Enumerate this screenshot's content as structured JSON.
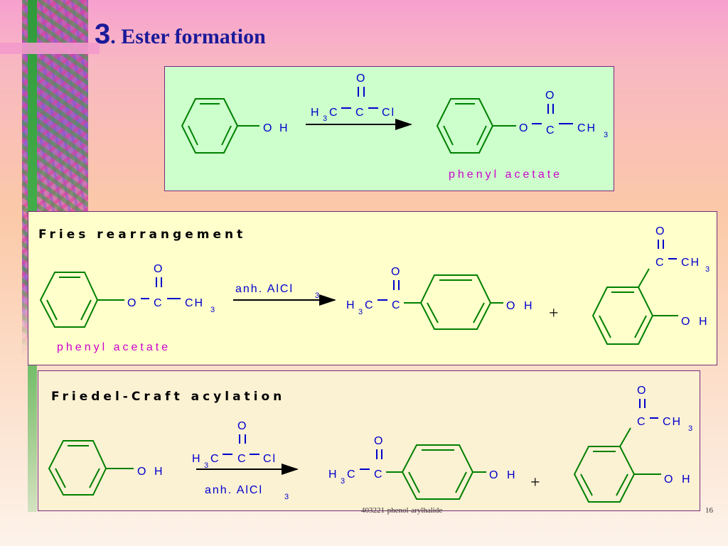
{
  "slide": {
    "title_number": "3",
    "title_text": ". Ester formation",
    "footer_text": "403221-phenol-arylhalide",
    "page_number": "16"
  },
  "colors": {
    "title": "#1a1a99",
    "bond": "#008000",
    "atom_label": "#0000cc",
    "name_label": "#cc00cc",
    "panel1": "#ccffcc",
    "panel2": "#ffffcc",
    "panel3": "#fbf1d3"
  },
  "panel1": {
    "phenol_O": "O",
    "phenol_H": "H",
    "reagent": {
      "O": "O",
      "H": "H",
      "sub3": "3",
      "C1": "C",
      "C2": "C",
      "Cl": "Cl"
    },
    "product": {
      "O_top": "O",
      "O": "O",
      "C": "C",
      "CH": "CH",
      "sub3": "3"
    },
    "product_name": "phenyl acetate"
  },
  "panel2": {
    "heading": "Fries rearrangement",
    "reactant": {
      "O_top": "O",
      "O": "O",
      "C": "C",
      "CH": "CH",
      "sub3": "3"
    },
    "reactant_name": "phenyl acetate",
    "reagent": "anh. AlCl",
    "reagent_sub": "3",
    "para": {
      "O_top": "O",
      "H": "H",
      "sub3": "3",
      "C1": "C",
      "C2": "C",
      "OH_O": "O",
      "OH_H": "H"
    },
    "plus": "+",
    "ortho": {
      "O_top": "O",
      "C": "C",
      "CH": "CH",
      "sub3": "3",
      "OH_O": "O",
      "OH_H": "H"
    }
  },
  "panel3": {
    "heading": "Friedel-Craft acylation",
    "phenol_O": "O",
    "phenol_H": "H",
    "reagent": {
      "O": "O",
      "H": "H",
      "sub3": "3",
      "C1": "C",
      "C2": "C",
      "Cl": "Cl"
    },
    "catalyst": "anh. AlCl",
    "catalyst_sub": "3",
    "para": {
      "O_top": "O",
      "H": "H",
      "sub3": "3",
      "C1": "C",
      "C2": "C",
      "OH_O": "O",
      "OH_H": "H"
    },
    "plus": "+",
    "ortho": {
      "O_top": "O",
      "C": "C",
      "CH": "CH",
      "sub3": "3",
      "OH_O": "O",
      "OH_H": "H"
    }
  }
}
